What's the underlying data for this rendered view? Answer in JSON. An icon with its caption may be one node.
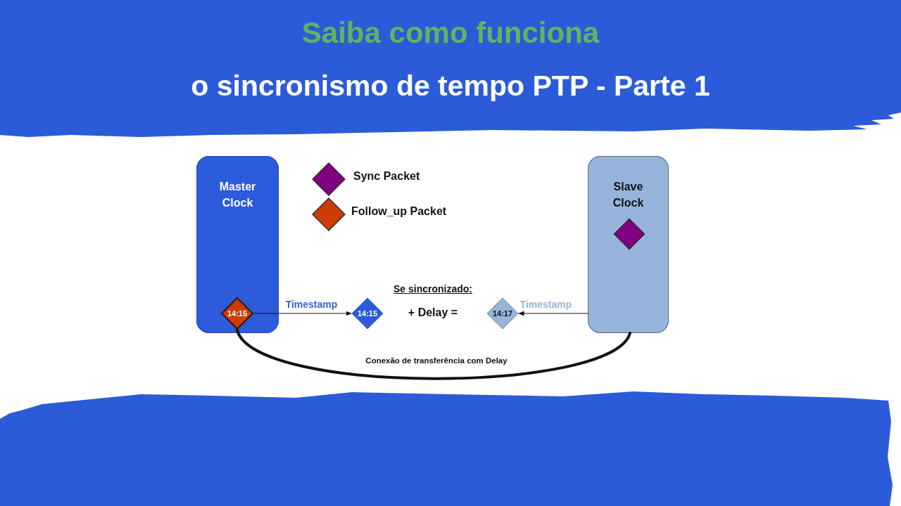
{
  "diagram": {
    "title": "Saiba como funciona",
    "nodes": [
      {
        "text": [
          "Master Clock"
        ]
      },
      {
        "text": [
          "14:15"
        ],
        "in": 0
      },
      {
        "text": [
          "Slave Clock"
        ]
      },
      {
        "text": [],
        "shape": "diamond",
        "in": 2
      },
      {
        "text": [
          "14:15"
        ]
      },
      {
        "text": [
          "14:17"
        ]
      }
    ],
    "edges": [
      {
        "from": 1,
        "to": 4,
        "arrow": "to",
        "label": "Timestamp"
      },
      {
        "from": 2,
        "to": 5,
        "arrow": "to",
        "label": "Timestamp"
      },
      {
        "from": 1,
        "to": 2,
        "arrow": "none",
        "label": "Conexão de transferência com Delay",
        "style": "thick"
      }
    ],
    "labels": [
      "o sincronismo de tempo PTP - Parte 1",
      "Se sincronizado:",
      "+ Delay ="
    ],
    "legend": [
      {
        "text": "Sync Packet",
        "color": "#800080"
      },
      {
        "text": "Follow_up Packet",
        "color": "#cc3d06"
      }
    ]
  }
}
